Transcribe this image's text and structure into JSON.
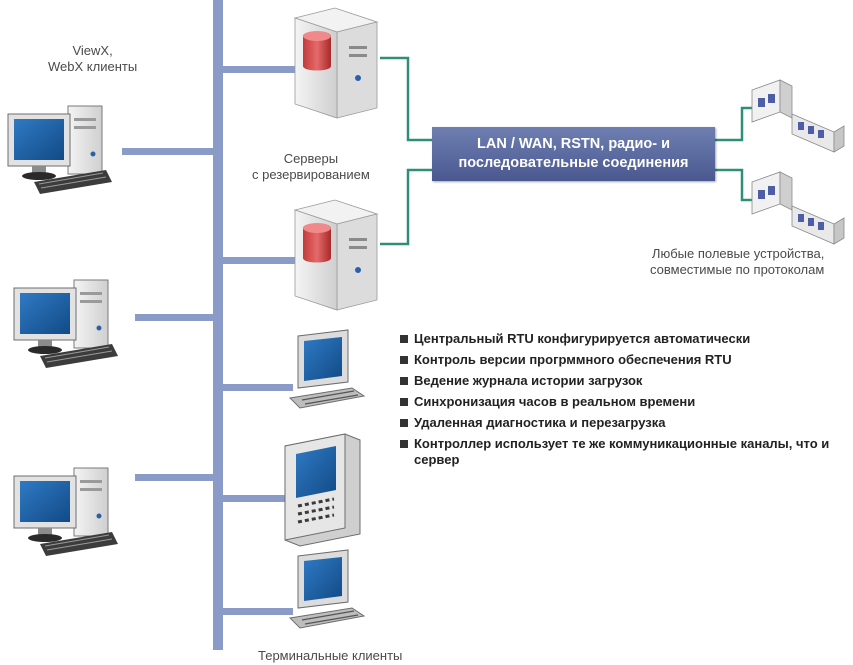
{
  "labels": {
    "clients": [
      "ViewX,",
      "WebX клиенты"
    ],
    "servers": [
      "Серверы",
      "с резервированием"
    ],
    "network": [
      "LAN / WAN, RSTN, радио- и",
      "последовательные соединения"
    ],
    "field_devices": [
      "Любые полевые устройства,",
      "совместимые по протоколам"
    ],
    "terminals": "Терминальные клиенты"
  },
  "features": [
    "Центральный RTU конфигурируется автоматически",
    "Контроль версии прогрммного обеспечения RTU",
    "Ведение журнала истории загрузок",
    "Синхронизация часов в реальном времени",
    "Удаленная диагностика и перезагрузка",
    "Контроллер использует те же коммуникационные каналы, что и сервер"
  ],
  "colors": {
    "bus": "#8a9bc8",
    "green_link": "#2f8f74",
    "net_box": "#56649a",
    "screen": "#1e5fa3"
  }
}
